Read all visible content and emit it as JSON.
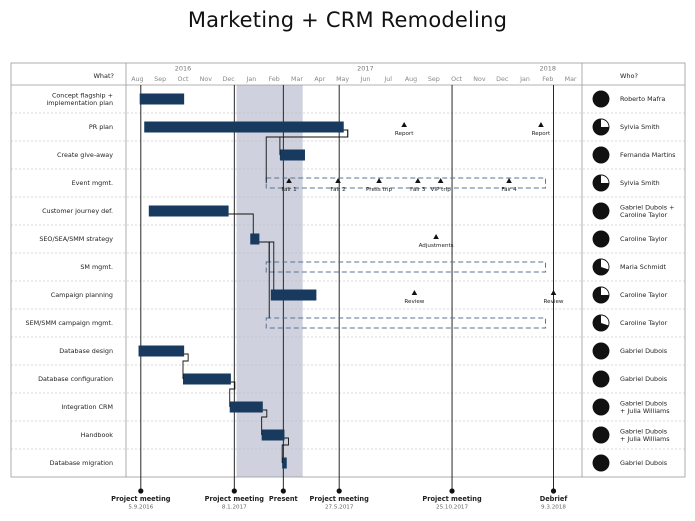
{
  "chart_data": {
    "type": "gantt",
    "title": "Marketing + CRM Remodeling",
    "header": {
      "what_label": "What?",
      "who_label": "Who?"
    },
    "years": [
      {
        "label": "2016",
        "at_month": 2
      },
      {
        "label": "2017",
        "at_month": 10
      },
      {
        "label": "2018",
        "at_month": 18
      }
    ],
    "months": [
      "Aug",
      "Sep",
      "Oct",
      "Nov",
      "Dec",
      "Jan",
      "Feb",
      "Mar",
      "Apr",
      "May",
      "Jun",
      "Jul",
      "Aug",
      "Sep",
      "Oct",
      "Nov",
      "Dec",
      "Jan",
      "Feb",
      "Mar"
    ],
    "highlight": {
      "start": 4.85,
      "end": 7.75
    },
    "tasks": [
      {
        "name": "Concept flagship +\nimplementation plan",
        "owner": "Roberto Mafra",
        "progress": 1.0,
        "bars": [
          {
            "start": 0.6,
            "end": 2.55
          }
        ],
        "planned": [],
        "markers": []
      },
      {
        "name": "PR plan",
        "owner": "Sylvia Smith",
        "progress": 0.75,
        "bars": [
          {
            "start": 0.8,
            "end": 9.55
          }
        ],
        "planned": [],
        "markers": [
          {
            "x": 12.2,
            "label": "Report"
          },
          {
            "x": 18.2,
            "label": "Report"
          }
        ]
      },
      {
        "name": "Create give-away",
        "owner": "Fernanda Martins",
        "progress": 1.0,
        "bars": [
          {
            "start": 6.75,
            "end": 7.85
          }
        ],
        "planned": [],
        "markers": []
      },
      {
        "name": "Event mgmt.",
        "owner": "Sylvia Smith",
        "progress": 0.75,
        "bars": [],
        "planned": [
          {
            "start": 6.15,
            "end": 18.4
          }
        ],
        "markers": [
          {
            "x": 7.15,
            "label": "Fair 1"
          },
          {
            "x": 9.3,
            "label": "Fair 2"
          },
          {
            "x": 11.1,
            "label": "Press trip"
          },
          {
            "x": 12.8,
            "label": "Fair 3"
          },
          {
            "x": 13.8,
            "label": "VIP trip"
          },
          {
            "x": 16.8,
            "label": "Fair 4"
          }
        ]
      },
      {
        "name": "Customer journey def.",
        "owner": "Gabriel Dubois +\nCaroline Taylor",
        "progress": 1.0,
        "bars": [
          {
            "start": 1.0,
            "end": 4.5
          }
        ],
        "planned": [],
        "markers": []
      },
      {
        "name": "SEO/SEA/SMM strategy",
        "owner": "Caroline Taylor",
        "progress": 1.0,
        "bars": [
          {
            "start": 5.45,
            "end": 5.85
          }
        ],
        "planned": [],
        "markers": [
          {
            "x": 13.6,
            "label": "Adjustments"
          }
        ]
      },
      {
        "name": "SM mgmt.",
        "owner": "Maria Schmidt",
        "progress": 0.7,
        "bars": [],
        "planned": [
          {
            "start": 6.15,
            "end": 18.4
          }
        ],
        "markers": []
      },
      {
        "name": "Campaign planning",
        "owner": "Caroline Taylor",
        "progress": 0.75,
        "bars": [
          {
            "start": 6.35,
            "end": 8.35
          }
        ],
        "planned": [],
        "markers": [
          {
            "x": 12.65,
            "label": "Review"
          },
          {
            "x": 18.75,
            "label": "Review"
          }
        ]
      },
      {
        "name": "SEM/SMM  campaign mgmt.",
        "owner": "Caroline Taylor",
        "progress": 0.7,
        "bars": [],
        "planned": [
          {
            "start": 6.15,
            "end": 18.4
          }
        ],
        "markers": []
      },
      {
        "name": "Database design",
        "owner": "Gabriel Dubois",
        "progress": 1.0,
        "bars": [
          {
            "start": 0.55,
            "end": 2.55
          }
        ],
        "planned": [],
        "markers": []
      },
      {
        "name": "Database configuration",
        "owner": "Gabriel Dubois",
        "progress": 1.0,
        "bars": [
          {
            "start": 2.5,
            "end": 4.6
          }
        ],
        "planned": [],
        "markers": []
      },
      {
        "name": "Integration CRM",
        "owner": "Gabriel Dubois\n+ Julia Williams",
        "progress": 1.0,
        "bars": [
          {
            "start": 4.55,
            "end": 6.0
          }
        ],
        "planned": [],
        "markers": []
      },
      {
        "name": "Handbook",
        "owner": "Gabriel Dubois\n+ Julia Williams",
        "progress": 1.0,
        "bars": [
          {
            "start": 5.95,
            "end": 6.95
          }
        ],
        "planned": [],
        "markers": []
      },
      {
        "name": "Database migration",
        "owner": "Gabriel Dubois",
        "progress": 1.0,
        "bars": [
          {
            "start": 6.85,
            "end": 7.05
          }
        ],
        "planned": [],
        "markers": []
      }
    ],
    "links": [
      {
        "from": 1,
        "to": 2
      },
      {
        "from": 1,
        "to": 3
      },
      {
        "from": 4,
        "to": 5
      },
      {
        "from": 5,
        "to": 6
      },
      {
        "from": 5,
        "to": 7
      },
      {
        "from": 5,
        "to": 8
      },
      {
        "from": 9,
        "to": 10
      },
      {
        "from": 10,
        "to": 11
      },
      {
        "from": 11,
        "to": 12
      },
      {
        "from": 12,
        "to": 13
      }
    ],
    "milestones": [
      {
        "x": 0.65,
        "label": "Project meeting",
        "date": "5.9.2016"
      },
      {
        "x": 4.75,
        "label": "Project meeting",
        "date": "8.1.2017"
      },
      {
        "x": 6.9,
        "label": "Present",
        "date": ""
      },
      {
        "x": 9.35,
        "label": "Project meeting",
        "date": "27.5.2017"
      },
      {
        "x": 14.3,
        "label": "Project meeting",
        "date": "25.10.2017"
      },
      {
        "x": 18.75,
        "label": "Debrief",
        "date": "9.3.2018"
      }
    ]
  },
  "colors": {
    "bar": "#173a5e",
    "planned_border": "#5a7393",
    "highlight": "#cfd2de",
    "grid": "#9a9a9a",
    "text": "#222222",
    "milestone_line": "#111111"
  }
}
